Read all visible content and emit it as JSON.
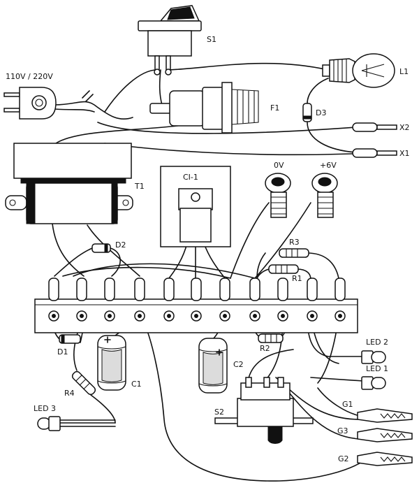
{
  "labels": {
    "mains": "110V / 220V",
    "s1": "S1",
    "f1": "F1",
    "l1": "L1",
    "d3": "D3",
    "x2": "X2",
    "x1": "X1",
    "t1": "T1",
    "ci1": "CI-1",
    "ov": "0V",
    "plus6v": "+6V",
    "d2": "D2",
    "r3": "R3",
    "r1": "R1",
    "r2": "R2",
    "d1": "D1",
    "r4": "R4",
    "c1": "C1",
    "c2": "C2",
    "led1": "LED 1",
    "led2": "LED 2",
    "led3": "LED 3",
    "s2": "S2",
    "g1": "G1",
    "g2": "G2",
    "g3": "G3"
  }
}
